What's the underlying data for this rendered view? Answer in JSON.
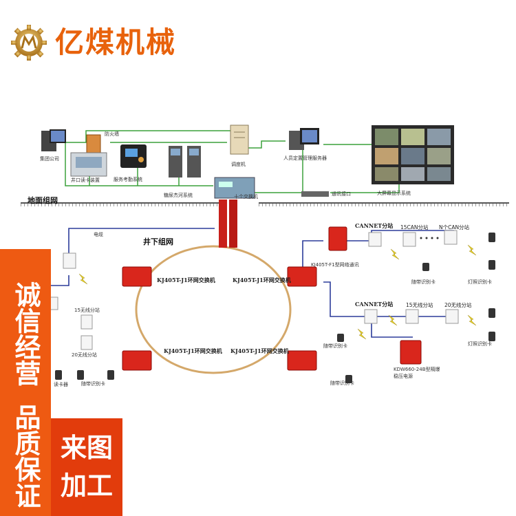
{
  "brand": {
    "name": "亿煤机械",
    "logo_icon": "gear-logo-icon",
    "color": "#e8620c"
  },
  "badges": {
    "left_line1": "诚信经营",
    "left_line2": "品质保证",
    "bottom_line1": "来图",
    "bottom_line2": "加工",
    "left_color": "#ee5a12",
    "bottom_color": "#e23c0c"
  },
  "diagram": {
    "zone_surface": "地面组网",
    "zone_underground": "井下组网",
    "surface": {
      "group_company": "集团公司",
      "firewall": "防火墙",
      "attendance_terminal": "服务考勤系统",
      "card_reader_room": "井口读卡装置",
      "self_service_kiosk": "糖尿杰河系统",
      "server_tower": "调度机",
      "personnel_server": "人员定置管理服务器",
      "comm_interface": "通讯接口",
      "big_screen": "大屏幕显示系统",
      "switch": "十个交换机"
    },
    "underground": {
      "cable": "电缆",
      "ring_nw": "KJ405T-J1环网交换机",
      "ring_ne": "KJ405T-J1环网交换机",
      "ring_sw": "KJ405T-J1环网交换机",
      "ring_se": "KJ405T-J1环网交换机",
      "can_hub_1": "CANNET分站",
      "can_hub_2": "CANNET分站",
      "relay_1": "15CAN分站",
      "relay_2": "N个CAN分站",
      "relay_3": "15无线分站",
      "relay_4": "20无线分站",
      "left_relay_1": "15无线分站",
      "left_relay_2": "20无线分站",
      "kj405_fiber": "KJ405T-F1型网络通讯",
      "card_reader_1": "随带识别卡",
      "card_reader_2": "随带识别卡",
      "card_reader_3": "随带识别卡",
      "card_reader_4": "随带识别卡",
      "lamp_1": "灯照识别卡",
      "lamp_2": "灯照识别卡",
      "power_box": "KDW660-24B型隔爆稳压电源",
      "left_card": "读卡器"
    }
  }
}
